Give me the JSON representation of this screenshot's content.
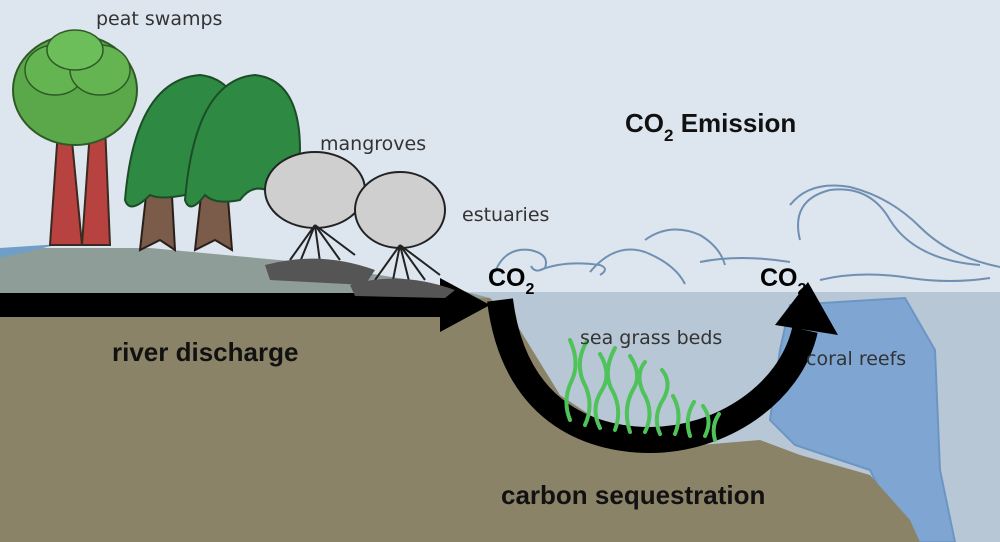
{
  "labels": {
    "peat_swamps": "peat swamps",
    "mangroves": "mangroves",
    "estuaries": "estuaries",
    "sea_grass_beds": "sea grass beds",
    "coral_reefs": "coral reefs",
    "river_discharge": "river discharge",
    "carbon_sequestration": "carbon sequestration",
    "emission_prefix": "CO",
    "emission_sub": "2",
    "emission_suffix": " Emission",
    "co2_left_main": "CO",
    "co2_left_sub": "2",
    "co2_right_main": "CO",
    "co2_right_sub": "2"
  },
  "colors": {
    "sky": "#dde5ee",
    "ground": "#8b8368",
    "land_surface": "#8b9a94",
    "sea": "#b7c7d6",
    "coral_water": "#7fa6d2",
    "tree_green": "#5aa84a",
    "seagrass": "#4fc25a",
    "arrow": "#000000"
  }
}
